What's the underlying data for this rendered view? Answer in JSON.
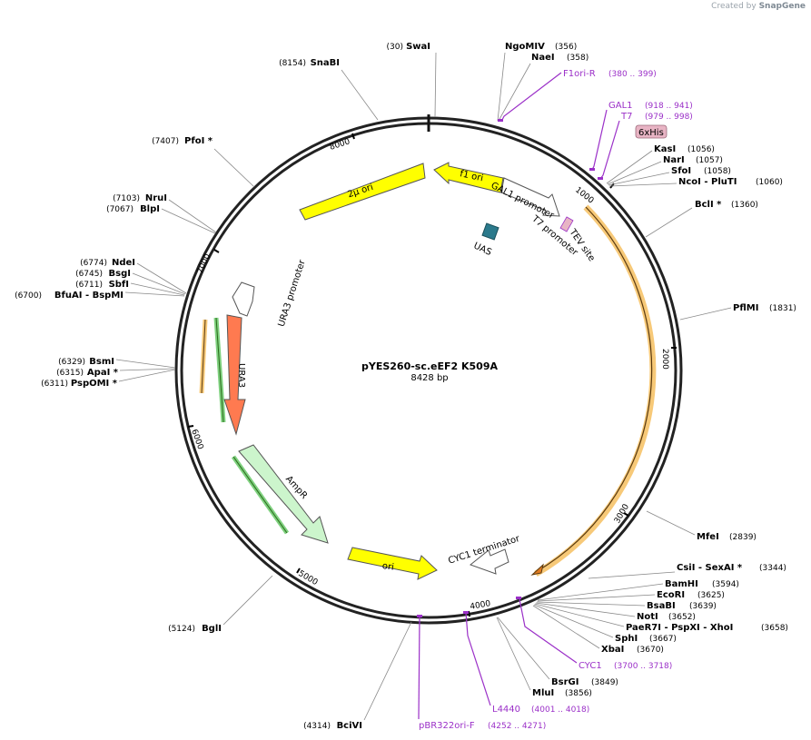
{
  "watermark": {
    "prefix": "Created by",
    "brand": "SnapGene"
  },
  "plasmid": {
    "name": "pYES260-sc.eEF2 K509A",
    "length_label": "8428 bp",
    "length": 8428
  },
  "ticks": [
    "1000",
    "2000",
    "3000",
    "4000",
    "5000",
    "6000",
    "7000",
    "8000"
  ],
  "enzymes": [
    {
      "name": "SwaI",
      "pos": "(30)"
    },
    {
      "name": "NgoMIV",
      "pos": "(356)"
    },
    {
      "name": "NaeI",
      "pos": "(358)"
    },
    {
      "name": "KasI",
      "pos": "(1056)"
    },
    {
      "name": "NarI",
      "pos": "(1057)"
    },
    {
      "name": "SfoI",
      "pos": "(1058)"
    },
    {
      "name": "NcoI  - PluTI",
      "pos": "(1060)"
    },
    {
      "name": "BclI *",
      "pos": "(1360)"
    },
    {
      "name": "PflMI",
      "pos": "(1831)"
    },
    {
      "name": "MfeI",
      "pos": "(2839)"
    },
    {
      "name": "CsiI  - SexAI *",
      "pos": "(3344)"
    },
    {
      "name": "BamHI",
      "pos": "(3594)"
    },
    {
      "name": "EcoRI",
      "pos": "(3625)"
    },
    {
      "name": "BsaBI",
      "pos": "(3639)"
    },
    {
      "name": "NotI",
      "pos": "(3652)"
    },
    {
      "name": "PaeR7I  - PspXI  - XhoI",
      "pos": "(3658)"
    },
    {
      "name": "SphI",
      "pos": "(3667)"
    },
    {
      "name": "XbaI",
      "pos": "(3670)"
    },
    {
      "name": "BsrGI",
      "pos": "(3849)"
    },
    {
      "name": "MluI",
      "pos": "(3856)"
    },
    {
      "name": "BciVI",
      "pos": "(4314)"
    },
    {
      "name": "BglI",
      "pos": "(5124)"
    },
    {
      "name": "PspOMI *",
      "pos": "(6311)"
    },
    {
      "name": "ApaI *",
      "pos": "(6315)"
    },
    {
      "name": "BsmI",
      "pos": "(6329)"
    },
    {
      "name": "BfuAI  - BspMI",
      "pos": "(6700)"
    },
    {
      "name": "SbfI",
      "pos": "(6711)"
    },
    {
      "name": "BsgI",
      "pos": "(6745)"
    },
    {
      "name": "NdeI",
      "pos": "(6774)"
    },
    {
      "name": "BlpI",
      "pos": "(7067)"
    },
    {
      "name": "NruI",
      "pos": "(7103)"
    },
    {
      "name": "PfoI *",
      "pos": "(7407)"
    },
    {
      "name": "SnaBI",
      "pos": "(8154)"
    }
  ],
  "primers": [
    {
      "name": "F1ori-R",
      "pos": "(380 .. 399)"
    },
    {
      "name": "GAL1",
      "pos": "(918 .. 941)"
    },
    {
      "name": "T7",
      "pos": "(979 .. 998)"
    },
    {
      "name": "CYC1",
      "pos": "(3700 .. 3718)"
    },
    {
      "name": "L4440",
      "pos": "(4001 .. 4018)"
    },
    {
      "name": "pBR322ori-F",
      "pos": "(4252 .. 4271)"
    }
  ],
  "features": {
    "f1_ori": "f1 ori",
    "two_micron_ori": "2μ ori",
    "gal1_promoter": "GAL1 promoter",
    "t7_promoter": "T7 promoter",
    "tev_site": "TEV site",
    "uas": "UAS",
    "his_tag": "6xHis",
    "ura3_promoter": "URA3 promoter",
    "ura3": "URA3",
    "ampr": "AmpR",
    "ori": "ori",
    "cyc1_terminator": "CYC1 terminator"
  },
  "colors": {
    "yellow": "#ffff00",
    "ura3": "#ff7a50",
    "ampr": "#ccf5cc",
    "cds": "#f7c978",
    "primer": "#9b30c8",
    "uas": "#2b7a8c",
    "his": "#e8b4c4"
  }
}
